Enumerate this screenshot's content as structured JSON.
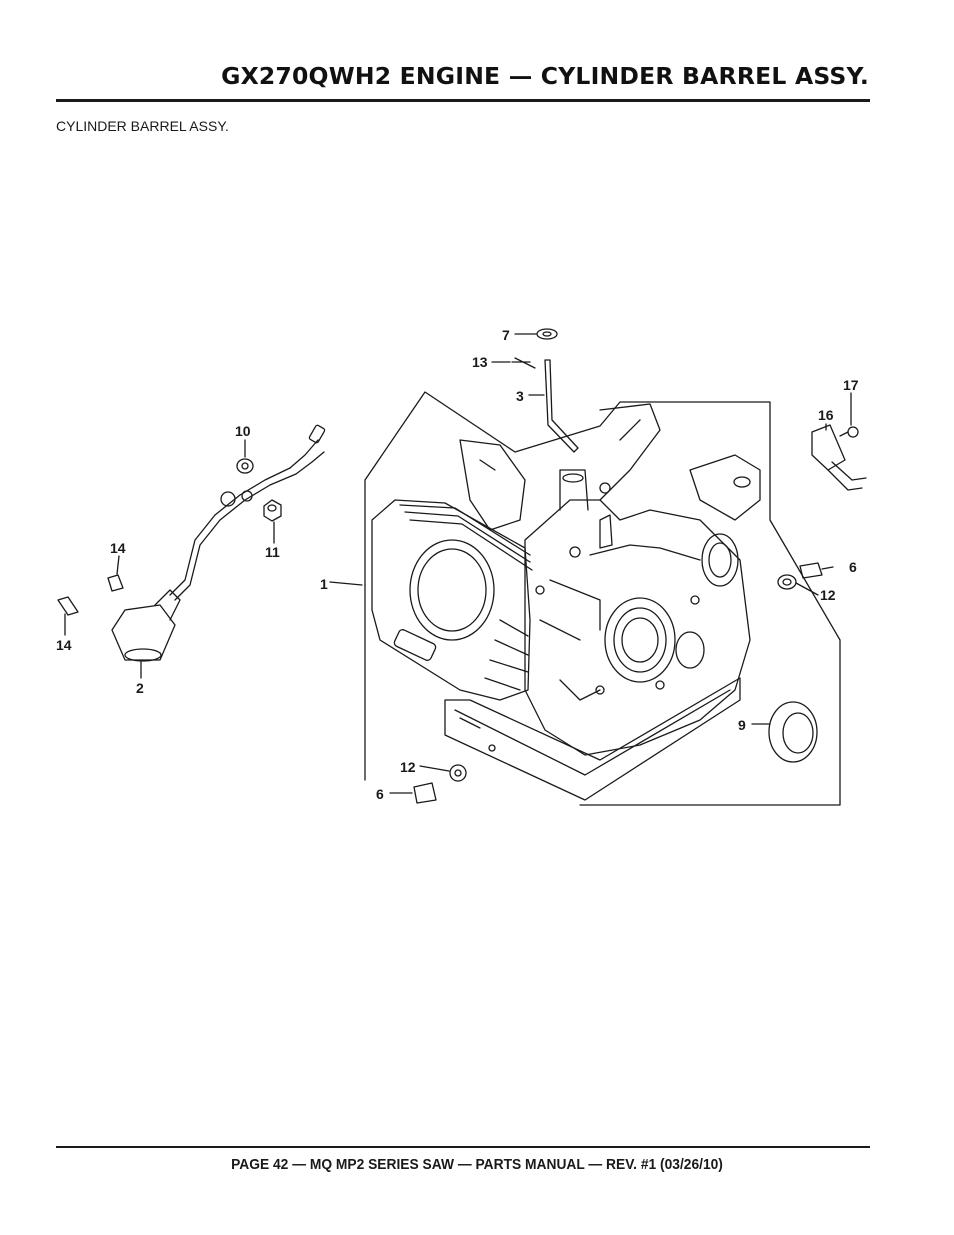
{
  "header": {
    "title": "GX270QWH2 ENGINE — CYLINDER BARREL ASSY.",
    "subtitle": "CYLINDER BARREL ASSY."
  },
  "diagram": {
    "callouts": [
      "1",
      "2",
      "3",
      "6",
      "6",
      "7",
      "9",
      "10",
      "11",
      "12",
      "12",
      "13",
      "14",
      "14",
      "16",
      "17"
    ]
  },
  "footer": {
    "text": "PAGE 42 — MQ MP2 SERIES SAW — PARTS MANUAL — REV. #1  (03/26/10)"
  }
}
